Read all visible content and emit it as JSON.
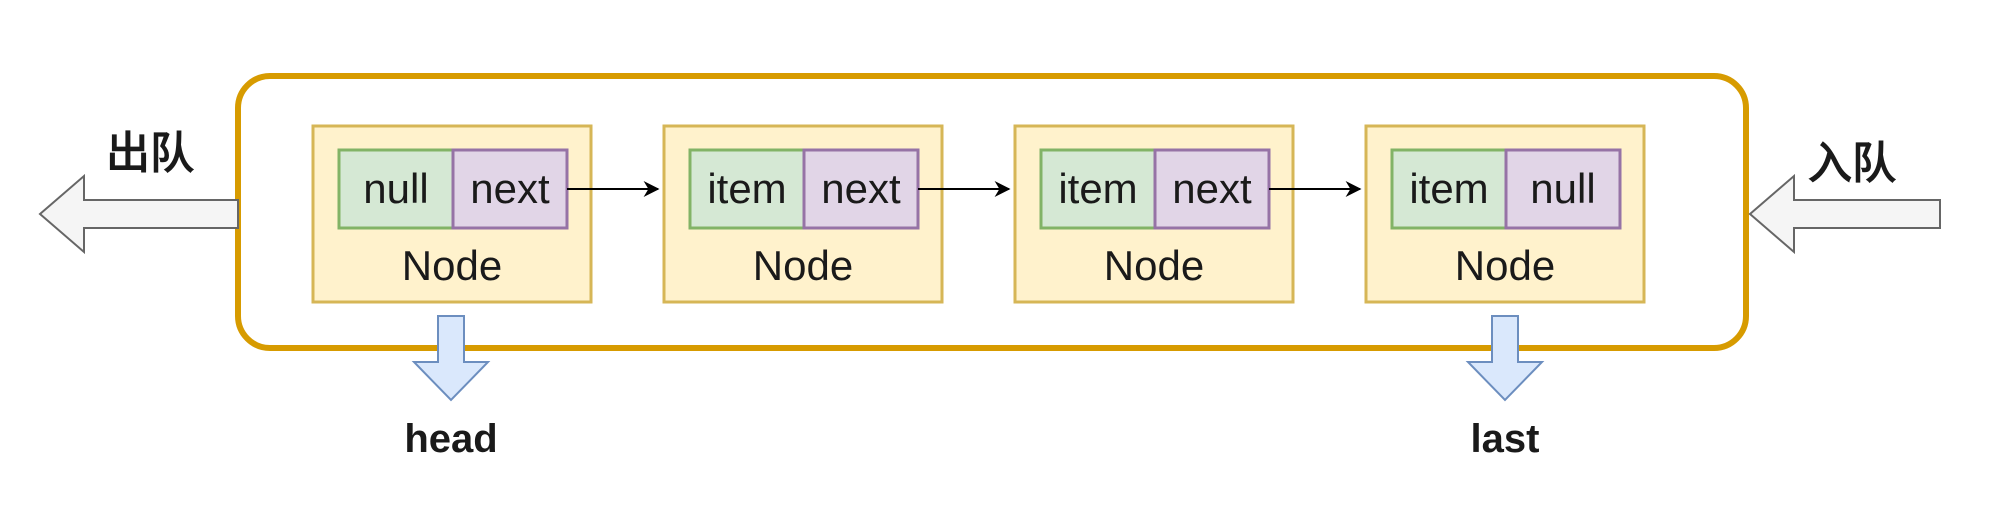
{
  "diagram": {
    "dequeue_label": "出队",
    "enqueue_label": "入队",
    "head_label": "head",
    "last_label": "last",
    "nodes": [
      {
        "label": "Node",
        "left": "null",
        "right": "next"
      },
      {
        "label": "Node",
        "left": "item",
        "right": "next"
      },
      {
        "label": "Node",
        "left": "item",
        "right": "next"
      },
      {
        "label": "Node",
        "left": "item",
        "right": "null"
      }
    ]
  },
  "colors": {
    "container_border": "#d79b00",
    "node_fill": "#fff2cc",
    "node_border": "#d6b656",
    "item_fill": "#d5e8d4",
    "item_border": "#82b366",
    "next_fill": "#e1d5e7",
    "next_border": "#9673a6",
    "pointer_arrow_fill": "#dae8fc",
    "pointer_arrow_border": "#6c8ebf",
    "side_arrow_fill": "#f5f5f5",
    "side_arrow_border": "#666666"
  }
}
